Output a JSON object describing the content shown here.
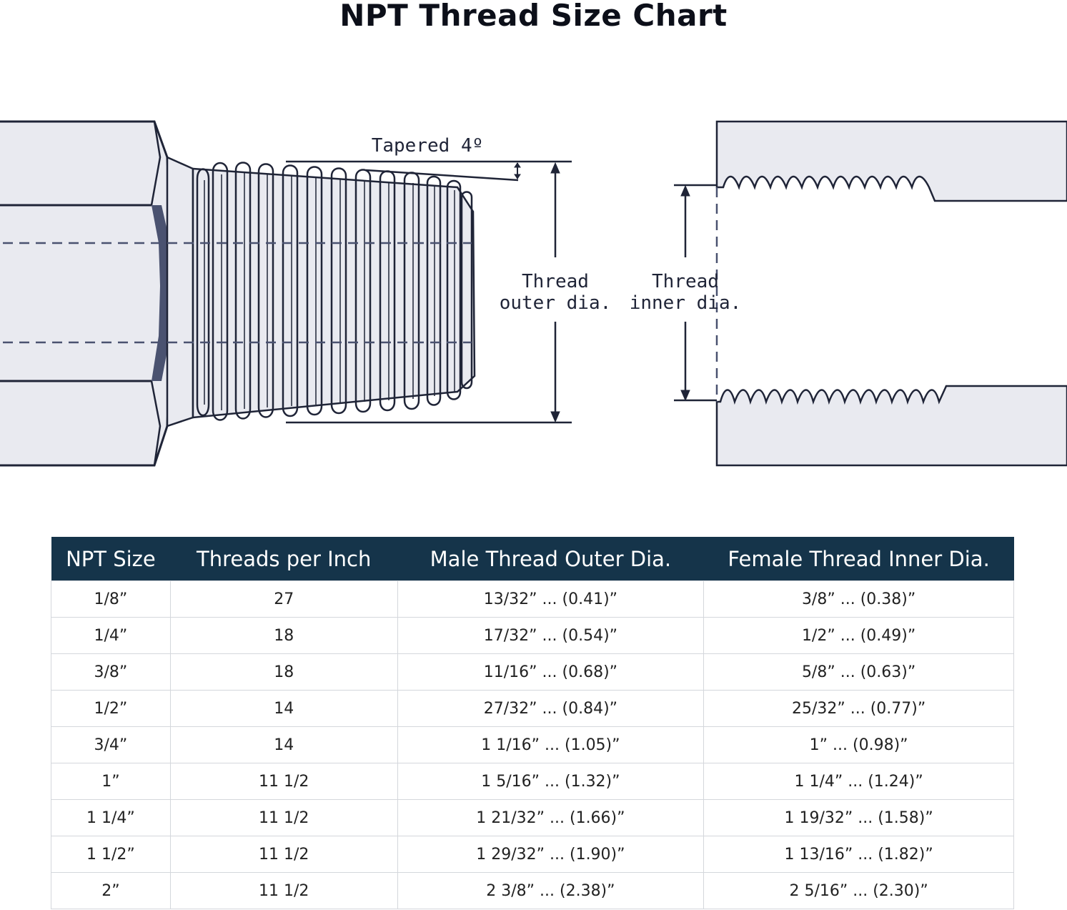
{
  "title": "NPT Thread Size Chart",
  "diagram": {
    "taper_label": "Tapered 4º",
    "outer_label_line1": "Thread",
    "outer_label_line2": "outer dia.",
    "inner_label_line1": "Thread",
    "inner_label_line2": "inner dia."
  },
  "colors": {
    "header_bg": "#15344a",
    "header_text": "#ffffff",
    "part_fill": "#e9eaf0",
    "outline": "#1f2437",
    "hex_shadow": "#4a5270"
  },
  "table": {
    "headers": [
      "NPT Size",
      "Threads per Inch",
      "Male Thread Outer Dia.",
      "Female Thread Inner Dia."
    ],
    "rows": [
      [
        "1/8”",
        "27",
        "13/32” ... (0.41)”",
        "3/8” ... (0.38)”"
      ],
      [
        "1/4”",
        "18",
        "17/32” ... (0.54)”",
        "1/2” ... (0.49)”"
      ],
      [
        "3/8”",
        "18",
        "11/16” ... (0.68)”",
        "5/8” ... (0.63)”"
      ],
      [
        "1/2”",
        "14",
        "27/32” ... (0.84)”",
        "25/32” ... (0.77)”"
      ],
      [
        "3/4”",
        "14",
        "1 1/16” ... (1.05)”",
        "1” ... (0.98)”"
      ],
      [
        "1”",
        "11 1/2",
        "1 5/16” ... (1.32)”",
        "1 1/4” ... (1.24)”"
      ],
      [
        "1 1/4”",
        "11 1/2",
        "1 21/32” ... (1.66)”",
        "1 19/32” ... (1.58)”"
      ],
      [
        "1 1/2”",
        "11 1/2",
        "1 29/32” ... (1.90)”",
        "1 13/16” ... (1.82)”"
      ],
      [
        "2”",
        "11 1/2",
        "2 3/8” ... (2.38)”",
        "2 5/16” ... (2.30)”"
      ]
    ]
  }
}
